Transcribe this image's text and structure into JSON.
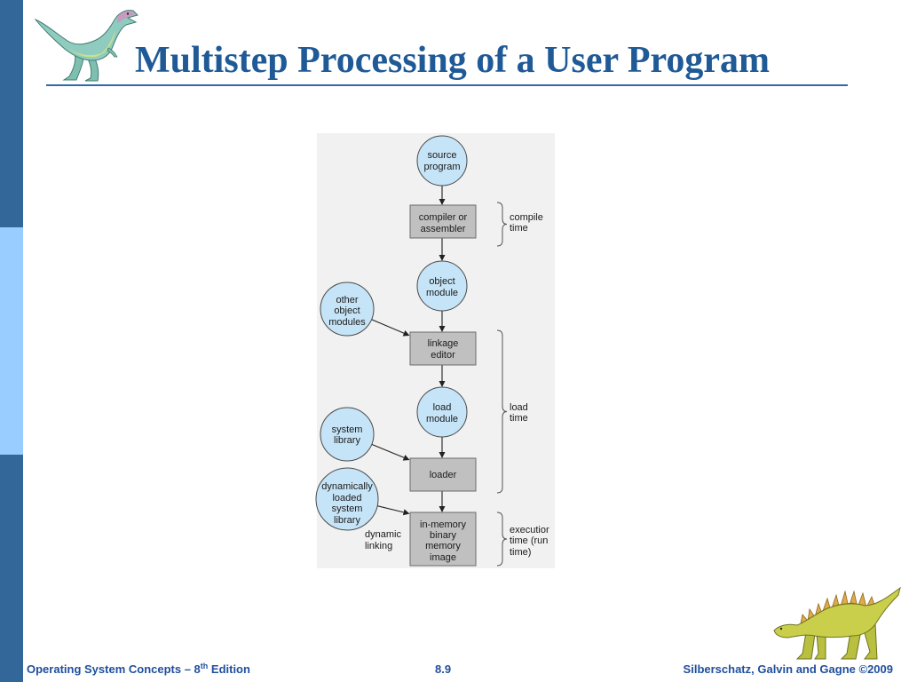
{
  "slide": {
    "title": "Multistep Processing of a User Program"
  },
  "diagram": {
    "source_program": [
      "source",
      "program"
    ],
    "compiler_or_assembler": [
      "compiler or",
      "assembler"
    ],
    "object_module": [
      "object",
      "module"
    ],
    "other_object_modules": [
      "other",
      "object",
      "modules"
    ],
    "linkage_editor": [
      "linkage",
      "editor"
    ],
    "load_module": [
      "load",
      "module"
    ],
    "system_library": [
      "system",
      "library"
    ],
    "loader": [
      "loader"
    ],
    "dynamically_loaded_system_library": [
      "dynamically",
      "loaded",
      "system",
      "library"
    ],
    "dynamic_linking": [
      "dynamic",
      "linking"
    ],
    "in_memory_binary_memory_image": [
      "in-memory",
      "binary",
      "memory",
      "image"
    ],
    "compile_time": [
      "compile",
      "time"
    ],
    "load_time": [
      "load",
      "time"
    ],
    "execution_time": [
      "executior",
      "time (run",
      "time)"
    ]
  },
  "footer": {
    "book_title": "Operating System Concepts – 8",
    "edition_superscript": "th",
    "edition_suffix": " Edition",
    "page_number": "8.9",
    "copyright": "Silberschatz, Galvin and Gagne ©2009"
  },
  "icons": {
    "header_logo": "dinosaur-icon",
    "footer_logo": "dinosaur-icon"
  },
  "colors": {
    "title": "#1F5A97",
    "title_rule": "#2E6BA8",
    "footer_text": "#1F4F9C",
    "sidebar_dark": "#336699",
    "sidebar_light": "#99CCFF",
    "process_circle": "#C6E4F7",
    "process_box": "#C0C0C0"
  }
}
